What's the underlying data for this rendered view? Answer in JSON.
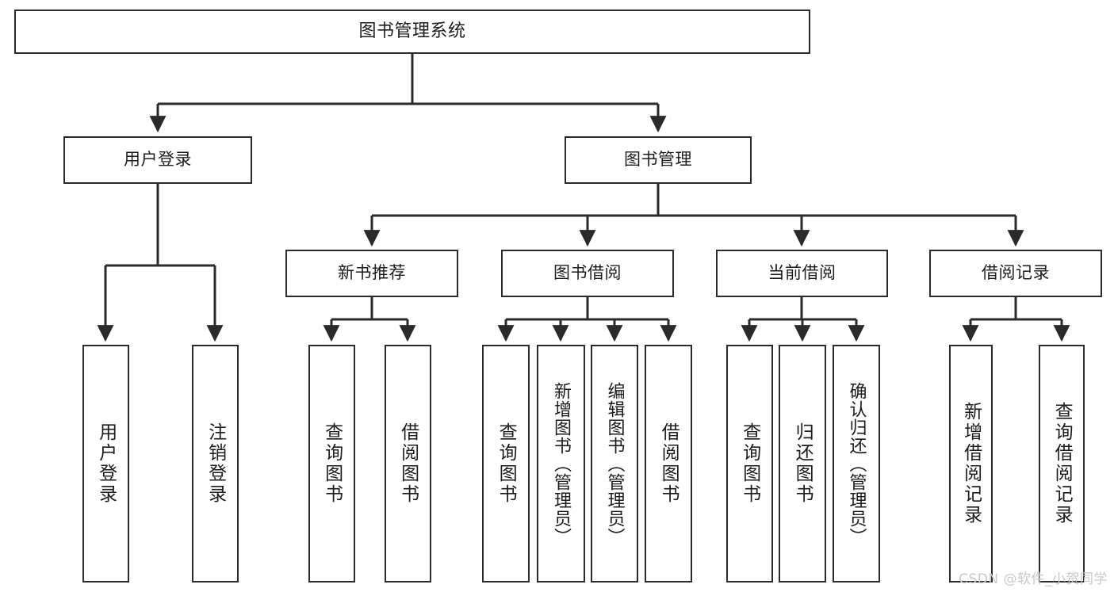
{
  "diagram": {
    "title": "图书管理系统",
    "type": "tree",
    "orientation": "top-down",
    "colors": {
      "node_border": "#2b2b2b",
      "node_fill": "#ffffff",
      "edge": "#2b2b2b",
      "text": "#1c1c1c",
      "watermark": "#c9c9c9",
      "background": "#ffffff"
    },
    "levels": {
      "root": {
        "label": "图书管理系统"
      },
      "level2": [
        {
          "label": "用户登录"
        },
        {
          "label": "图书管理"
        }
      ],
      "level3": [
        {
          "label": "新书推荐"
        },
        {
          "label": "图书借阅"
        },
        {
          "label": "当前借阅"
        },
        {
          "label": "借阅记录"
        }
      ],
      "leaves": [
        {
          "label": "用户登录",
          "parent": "用户登录"
        },
        {
          "label": "注销登录",
          "parent": "用户登录"
        },
        {
          "label": "查询图书",
          "parent": "新书推荐"
        },
        {
          "label": "借阅图书",
          "parent": "新书推荐"
        },
        {
          "label": "查询图书",
          "parent": "图书借阅"
        },
        {
          "label": "新增图书（管理员）",
          "parent": "图书借阅"
        },
        {
          "label": "编辑图书（管理员）",
          "parent": "图书借阅"
        },
        {
          "label": "借阅图书",
          "parent": "图书借阅"
        },
        {
          "label": "查询图书",
          "parent": "当前借阅"
        },
        {
          "label": "归还图书",
          "parent": "当前借阅"
        },
        {
          "label": "确认归还（管理员）",
          "parent": "当前借阅"
        },
        {
          "label": "新增借阅记录",
          "parent": "借阅记录"
        },
        {
          "label": "查询借阅记录",
          "parent": "借阅记录"
        }
      ]
    }
  },
  "watermark": {
    "text": "CSDN @软件_小贺同学"
  }
}
